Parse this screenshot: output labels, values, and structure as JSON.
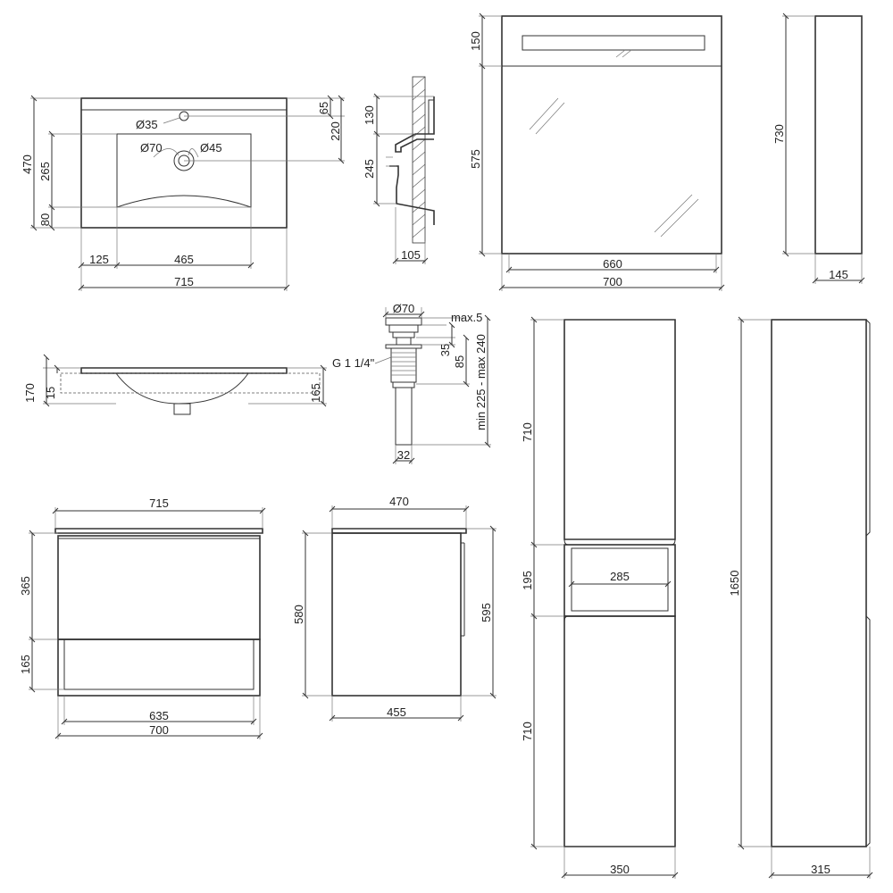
{
  "diagram": {
    "basin_top": {
      "hole": "Ø35",
      "drain_outer": "Ø70",
      "drain_inner": "Ø45",
      "dim_65": "65",
      "dim_220": "220",
      "dim_470": "470",
      "dim_265": "265",
      "dim_80": "80",
      "dim_125": "125",
      "dim_465": "465",
      "dim_715": "715"
    },
    "basin_section": {
      "dim_130": "130",
      "dim_245": "245",
      "dim_105": "105"
    },
    "mirror_front": {
      "dim_150": "150",
      "dim_575": "575",
      "dim_660": "660",
      "dim_700": "700"
    },
    "mirror_side": {
      "dim_730": "730",
      "dim_145": "145"
    },
    "basin_side": {
      "dim_170": "170",
      "dim_15": "15",
      "dim_165": "165"
    },
    "drain_valve": {
      "dim_70": "Ø70",
      "max5": "max.5",
      "thread": "G 1 1/4\"",
      "dim_35": "35",
      "dim_85": "85",
      "range": "min 225 - max 240",
      "dim_32": "32"
    },
    "cabinet_front": {
      "dim_715": "715",
      "dim_365": "365",
      "dim_165": "165",
      "dim_635": "635",
      "dim_700": "700"
    },
    "cabinet_side": {
      "dim_470": "470",
      "dim_580": "580",
      "dim_595": "595",
      "dim_455": "455"
    },
    "tall_front": {
      "dim_710_top": "710",
      "dim_195": "195",
      "dim_285": "285",
      "dim_710_bottom": "710",
      "dim_350": "350"
    },
    "tall_side": {
      "dim_1650": "1650",
      "dim_315": "315"
    }
  }
}
